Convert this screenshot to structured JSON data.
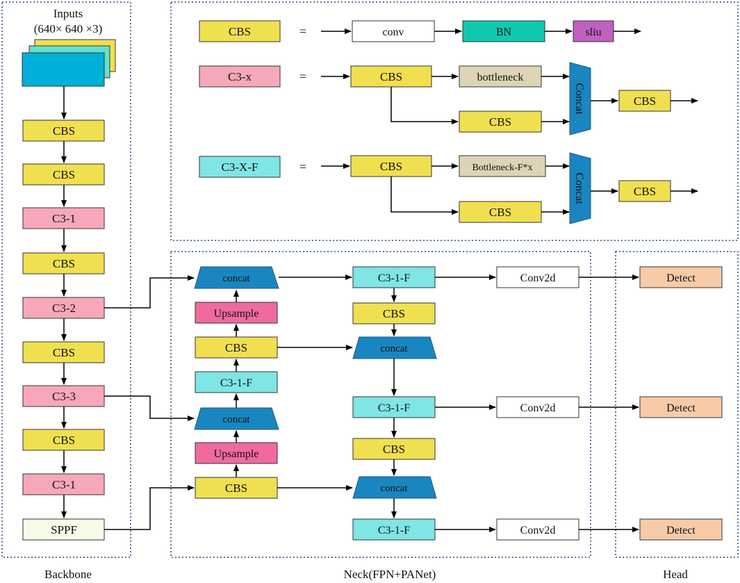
{
  "inputs": {
    "title": "Inputs",
    "shape": "(640× 640 ×3)"
  },
  "section_labels": {
    "backbone": "Backbone",
    "neck": "Neck(FPN+PANet)",
    "head": "Head"
  },
  "legend": {
    "equals": "=",
    "cbs": {
      "name": "CBS",
      "parts": [
        "conv",
        "BN",
        "sliu"
      ]
    },
    "c3x": {
      "name": "C3-x",
      "cbs_a": "CBS",
      "bottleneck": "bottleneck",
      "cbs_b": "CBS",
      "concat": "Concat",
      "cbs_out": "CBS"
    },
    "c3xf": {
      "name": "C3-X-F",
      "cbs_a": "CBS",
      "bottleneck": "Bottleneck-F*x",
      "cbs_b": "CBS",
      "concat": "Concat",
      "cbs_out": "CBS"
    }
  },
  "backbone": [
    "CBS",
    "CBS",
    "C3-1",
    "CBS",
    "C3-2",
    "CBS",
    "C3-3",
    "CBS",
    "C3-1",
    "SPPF"
  ],
  "neck_left": [
    "concat",
    "Upsample",
    "CBS",
    "C3-1-F",
    "concat",
    "Upsample",
    "CBS"
  ],
  "neck_right": [
    "C3-1-F",
    "CBS",
    "concat",
    "C3-1-F",
    "CBS",
    "concat",
    "C3-1-F"
  ],
  "conv_labels": [
    "Conv2d",
    "Conv2d",
    "Conv2d"
  ],
  "detect_labels": [
    "Detect",
    "Detect",
    "Detect"
  ],
  "colors": {
    "cbs": "#f0e050",
    "c3": "#f7a8b8",
    "c3f": "#7fe5e5",
    "input": "#00b0d8",
    "input_back": "#f0e050",
    "input_mid": "#66e0cc",
    "concat": "#1a86c0",
    "upsample": "#f06aa0",
    "bn": "#10c8b0",
    "sliu": "#c060c0",
    "bottleneck": "#dcd4b4",
    "sppf": "#f4fbe8",
    "detect": "#f7caa8",
    "border": "#333333",
    "frame": "#2a4a7a"
  }
}
